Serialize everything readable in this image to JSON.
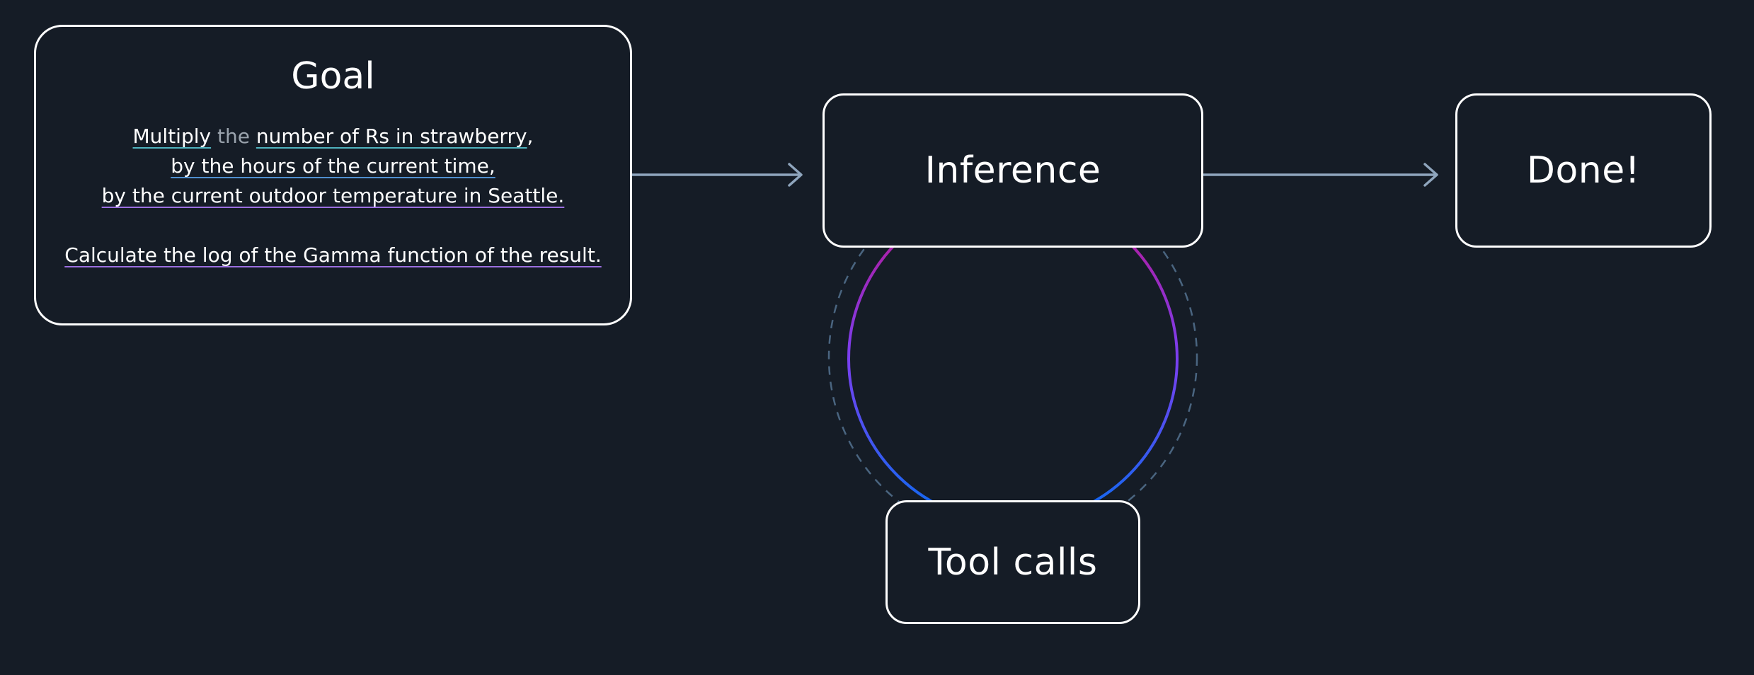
{
  "nodes": {
    "goal": {
      "title": "Goal",
      "lines": [
        {
          "parts": [
            "Multiply",
            " ",
            "the",
            " ",
            "number of Rs in strawberry",
            ","
          ]
        },
        {
          "parts": [
            "by the hours of the current time,"
          ]
        },
        {
          "parts": [
            "by the current outdoor temperature in Seattle."
          ]
        },
        {
          "parts": [
            "Calculate the log of the Gamma function of the result."
          ]
        }
      ]
    },
    "inference": {
      "label": "Inference"
    },
    "done": {
      "label": "Done!"
    },
    "tools": {
      "label": "Tool calls"
    }
  },
  "colors": {
    "background": "#151c26",
    "node_border": "#ffffff",
    "arrow": "#8fa5bd",
    "loop_top": "#c0148c",
    "loop_mid": "#7a3ff0",
    "loop_bottom": "#0b6cf0",
    "dashed_loop": "#4a6580"
  }
}
